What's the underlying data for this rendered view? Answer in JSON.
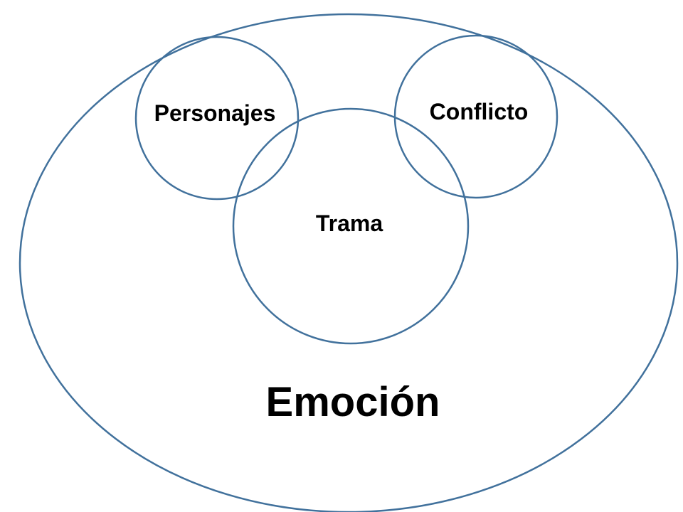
{
  "colors": {
    "stroke": "#41719C",
    "text": "#000000",
    "background": "#FFFFFF"
  },
  "labels": {
    "outer": "Emoción",
    "left_circle": "Personajes",
    "right_circle": "Conflicto",
    "center_circle": "Trama"
  }
}
